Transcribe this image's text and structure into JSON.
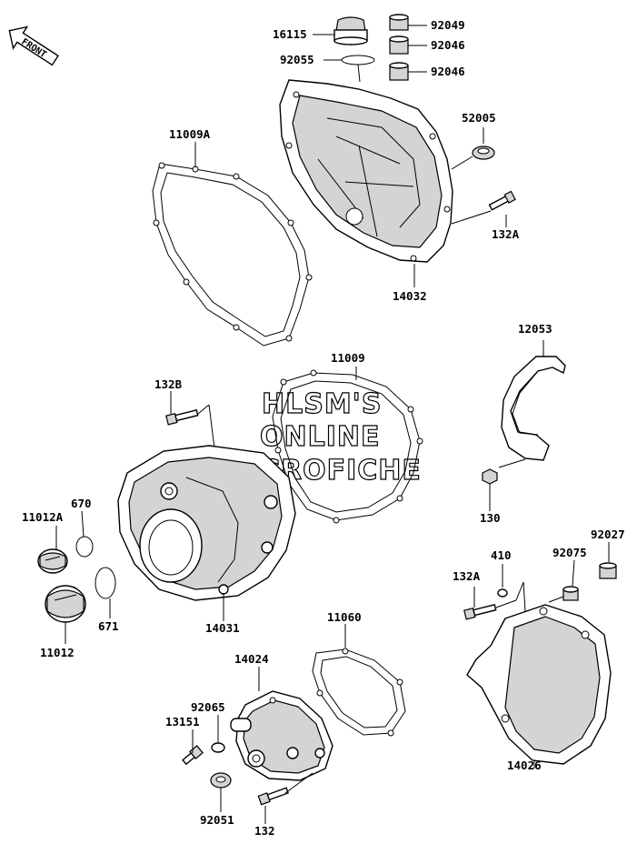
{
  "diagram": {
    "front_label": "FRONT",
    "watermark": [
      "HLSM'S",
      "ONLINE",
      "MICROFICHE"
    ],
    "part_labels": {
      "p16115": "16115",
      "p92049": "92049",
      "p92046a": "92046",
      "p92046b": "92046",
      "p92055": "92055",
      "p52005": "52005",
      "p11009A": "11009A",
      "p132A_top": "132A",
      "p14032": "14032",
      "p12053": "12053",
      "p11009": "11009",
      "p132B": "132B",
      "p670": "670",
      "p11012A": "11012A",
      "p671": "671",
      "p11012": "11012",
      "p14031": "14031",
      "p130": "130",
      "p92027": "92027",
      "p410": "410",
      "p92075": "92075",
      "p132A_low": "132A",
      "p11060": "11060",
      "p14024": "14024",
      "p92065": "92065",
      "p13151": "13151",
      "p14026": "14026",
      "p92051": "92051",
      "p132": "132"
    }
  }
}
